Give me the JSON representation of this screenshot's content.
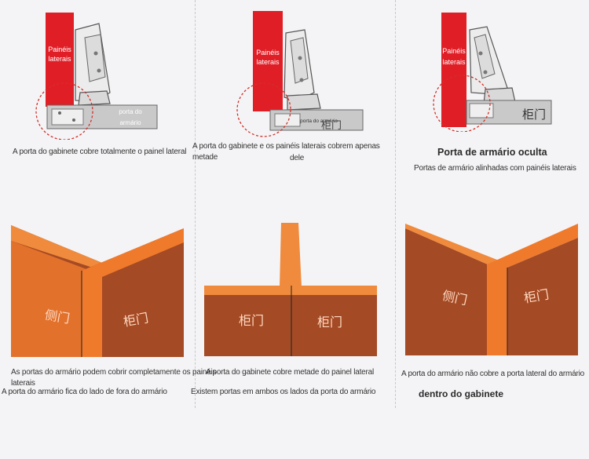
{
  "colors": {
    "background": "#f4f4f6",
    "side_panel_red": "#e01e26",
    "door_grey": "#c9c9c9",
    "hinge_grey": "#ececec",
    "circle_red": "#d0302c",
    "wood_orange_light": "#f08a3c",
    "wood_orange_mid": "#f07a2c",
    "wood_brown": "#a44a24"
  },
  "top_row": [
    {
      "side_panel_label_line1": "Painéis",
      "side_panel_label_line2": "laterais",
      "door_label_line1": "porta do",
      "door_label_line2": "armário",
      "caption": "A porta do gabinete cobre totalmente o painel lateral"
    },
    {
      "side_panel_label_line1": "Painéis",
      "side_panel_label_line2": "laterais",
      "door_label": "porta do armário",
      "door_chinese": "柜门",
      "caption_line1": "A porta do gabinete e os painéis laterais cobrem apenas metade",
      "caption_line2": "dele"
    },
    {
      "side_panel_label_line1": "Painéis",
      "side_panel_label_line2": "laterais",
      "door_chinese": "柜门",
      "title": "Porta de armário oculta",
      "caption": "Portas de armário alinhadas com painéis laterais"
    }
  ],
  "bottom_row": [
    {
      "left_face_label": "侧门",
      "right_face_label": "柜门",
      "caption_line1": "As portas do armário podem cobrir completamente os painéis laterais",
      "caption_line2": "A porta do armário fica do lado de fora do armário"
    },
    {
      "left_face_label": "柜门",
      "right_face_label": "柜门",
      "caption_line1": "A porta do gabinete cobre metade do painel lateral",
      "caption_line2": "Existem portas em ambos os lados da porta do armário"
    },
    {
      "left_face_label": "侧门",
      "right_face_label": "柜门",
      "caption_line1": "A porta do armário não cobre a porta lateral do armário",
      "caption_line2": "dentro do gabinete"
    }
  ]
}
